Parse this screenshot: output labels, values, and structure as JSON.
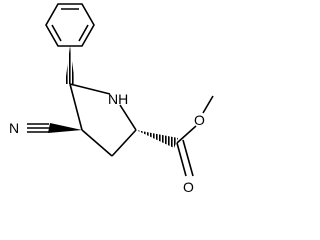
{
  "molecule": {
    "atoms": {
      "nh": "NH",
      "n_nitrile": "N",
      "o_carbonyl": "O",
      "o_ester": "O"
    }
  }
}
